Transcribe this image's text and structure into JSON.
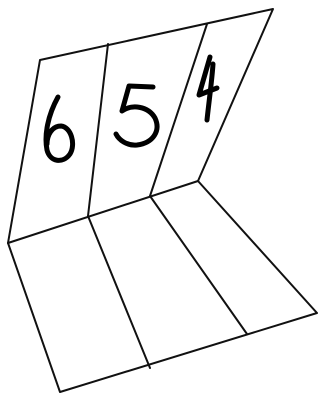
{
  "diagram": {
    "panel_labels": [
      "6",
      "5",
      "4"
    ],
    "colors": {
      "background": "#ffffff",
      "line": "#111111",
      "digit": "#000000"
    }
  }
}
